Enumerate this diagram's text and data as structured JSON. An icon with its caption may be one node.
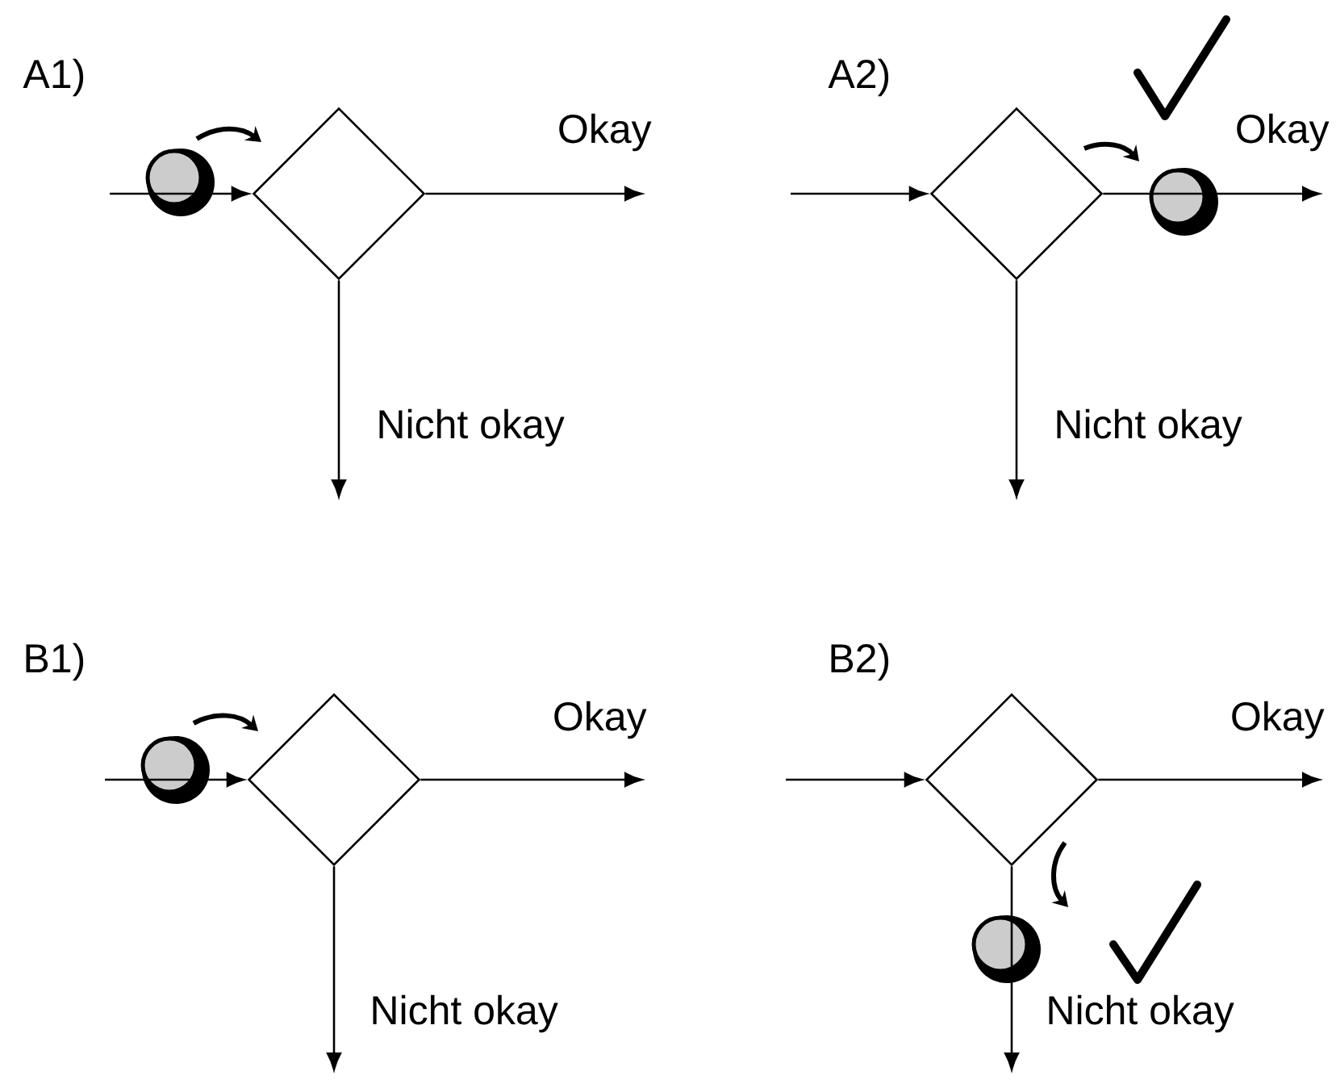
{
  "diagram": {
    "nodes": [
      {
        "text": [],
        "shape": "diamond"
      },
      {
        "text": [],
        "shape": "diamond"
      },
      {
        "text": [],
        "shape": "diamond"
      },
      {
        "text": [],
        "shape": "diamond"
      }
    ],
    "edges": [
      {
        "from": null,
        "to": 0,
        "arrow": "to"
      },
      {
        "from": 0,
        "to": null,
        "arrow": "to",
        "label": "Okay"
      },
      {
        "from": 0,
        "to": null,
        "arrow": "to",
        "label": "Nicht okay"
      },
      {
        "from": null,
        "to": 1,
        "arrow": "to"
      },
      {
        "from": 1,
        "to": null,
        "arrow": "to",
        "label": "Okay"
      },
      {
        "from": 1,
        "to": null,
        "arrow": "to",
        "label": "Nicht okay"
      },
      {
        "from": null,
        "to": 2,
        "arrow": "to"
      },
      {
        "from": 2,
        "to": null,
        "arrow": "to",
        "label": "Okay"
      },
      {
        "from": 2,
        "to": null,
        "arrow": "to",
        "label": "Nicht okay"
      },
      {
        "from": null,
        "to": 3,
        "arrow": "to"
      },
      {
        "from": 3,
        "to": null,
        "arrow": "to",
        "label": "Okay"
      },
      {
        "from": 3,
        "to": null,
        "arrow": "to",
        "label": "Nicht okay"
      }
    ],
    "labels": [
      "A1)",
      "A2)",
      "B1)",
      "B2)"
    ]
  }
}
